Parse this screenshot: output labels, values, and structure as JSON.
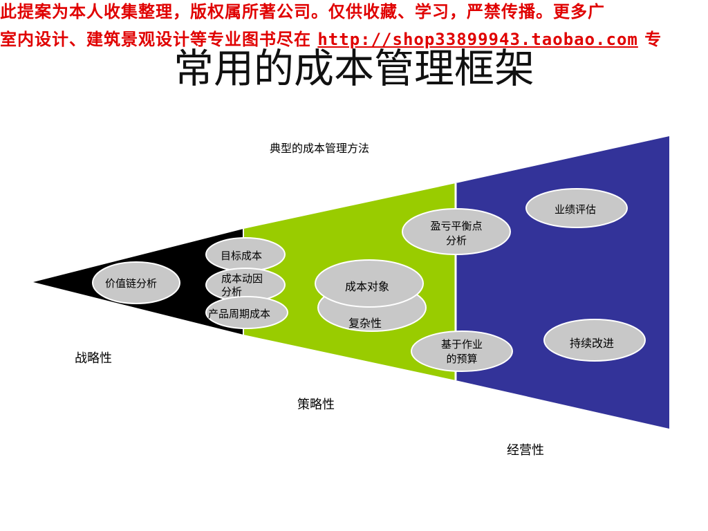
{
  "banner": {
    "line1": "此提案为本人收集整理，版权属所著公司。仅供收藏、学习，严禁传播。更多广",
    "line2_prefix": "室内设计、建筑景观设计等专业图书尽在 ",
    "line2_url": "http://shop33899943.taobao.com",
    "line2_suffix": " 专"
  },
  "title": "常用的成本管理框架",
  "subtitle": "典型的成本管理方法",
  "sections": {
    "strategic": "战略性",
    "tactical": "策略性",
    "operational": "经营性"
  },
  "colors": {
    "strategic": "#000000",
    "tactical": "#99cc00",
    "operational": "#333399",
    "ellipse_fill": "#c8c8c8",
    "banner": "#e00000"
  },
  "methods": {
    "value_chain": "价值链分析",
    "target_cost": "目标成本",
    "cost_driver": "成本动因\n分析",
    "lifecycle_cost": "产品周期成本",
    "cost_object": "成本对象",
    "complexity": "复杂性",
    "breakeven": "盈亏平衡点\n分析",
    "abb": "基于作业\n的预算",
    "performance": "业绩评估",
    "kaizen": "持续改进"
  }
}
